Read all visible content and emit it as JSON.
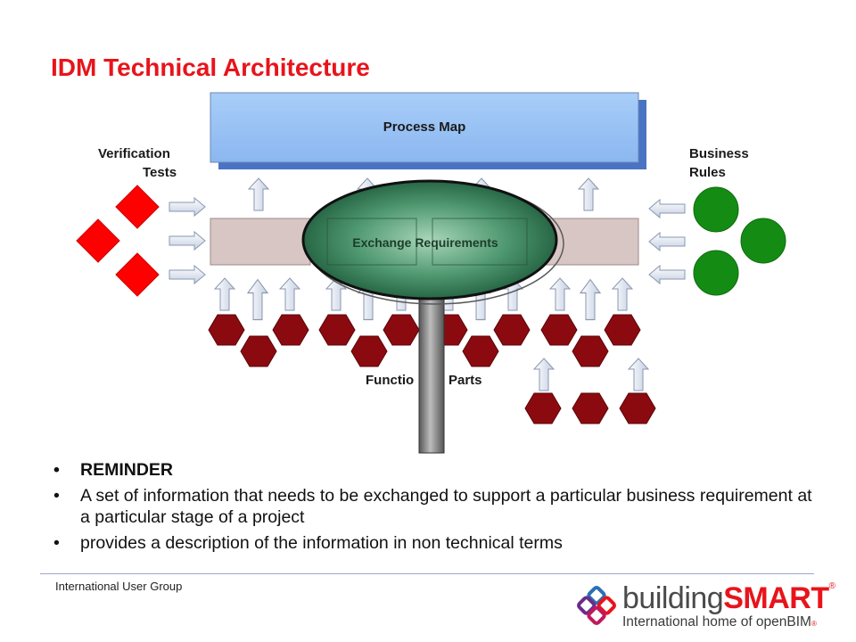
{
  "slide": {
    "title": "IDM Technical Architecture"
  },
  "diagram": {
    "process_map": "Process Map",
    "verification_tests_line1": "Verification",
    "verification_tests_line2": "Tests",
    "business_rules_line1": "Business",
    "business_rules_line2": "Rules",
    "exchange_requirements": "Exchange Requirements",
    "functional_parts_left": "Functio",
    "functional_parts_right": "Parts"
  },
  "bullets": [
    "REMINDER",
    "A set of information that needs to be exchanged to support a particular business requirement at a particular stage of a project",
    "provides a description of the information in non technical terms"
  ],
  "footer": {
    "text": "International User Group",
    "brand_main": "building",
    "brand_accent": "SMART",
    "brand_reg": "®",
    "tagline": "International home of openBIM",
    "tagline_reg": "®"
  },
  "colors": {
    "title": "#e8141b",
    "process_map": "#9dc3f5",
    "verification": "#ff0000",
    "business_rules": "#148c14",
    "functional_parts": "#8b0a10",
    "exchange_ellipse": "#3d7e5a"
  }
}
